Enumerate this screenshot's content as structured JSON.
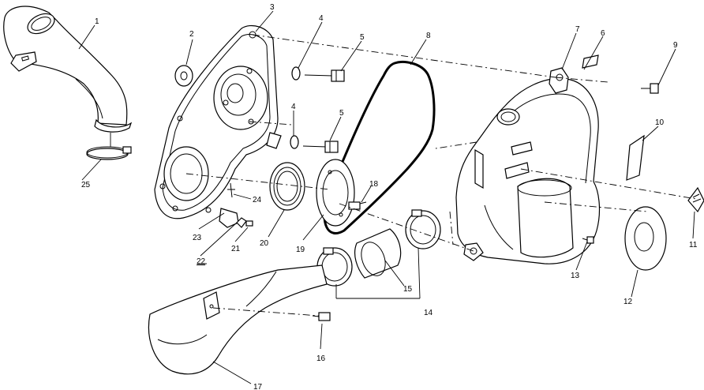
{
  "callouts": [
    {
      "id": "1",
      "text": "1"
    },
    {
      "id": "2",
      "text": "2"
    },
    {
      "id": "3",
      "text": "3"
    },
    {
      "id": "4a",
      "text": "4"
    },
    {
      "id": "4b",
      "text": "4"
    },
    {
      "id": "5a",
      "text": "5"
    },
    {
      "id": "5b",
      "text": "5"
    },
    {
      "id": "6",
      "text": "6"
    },
    {
      "id": "7",
      "text": "7"
    },
    {
      "id": "8",
      "text": "8"
    },
    {
      "id": "9",
      "text": "9"
    },
    {
      "id": "10",
      "text": "10"
    },
    {
      "id": "11",
      "text": "11"
    },
    {
      "id": "12",
      "text": "12"
    },
    {
      "id": "13",
      "text": "13"
    },
    {
      "id": "14",
      "text": "14"
    },
    {
      "id": "15",
      "text": "15"
    },
    {
      "id": "16",
      "text": "16"
    },
    {
      "id": "17",
      "text": "17"
    },
    {
      "id": "18",
      "text": "18"
    },
    {
      "id": "19",
      "text": "19"
    },
    {
      "id": "20",
      "text": "20"
    },
    {
      "id": "21",
      "text": "21"
    },
    {
      "id": "22",
      "text": "22"
    },
    {
      "id": "23",
      "text": "23"
    },
    {
      "id": "24",
      "text": "24"
    },
    {
      "id": "25",
      "text": "25"
    }
  ]
}
